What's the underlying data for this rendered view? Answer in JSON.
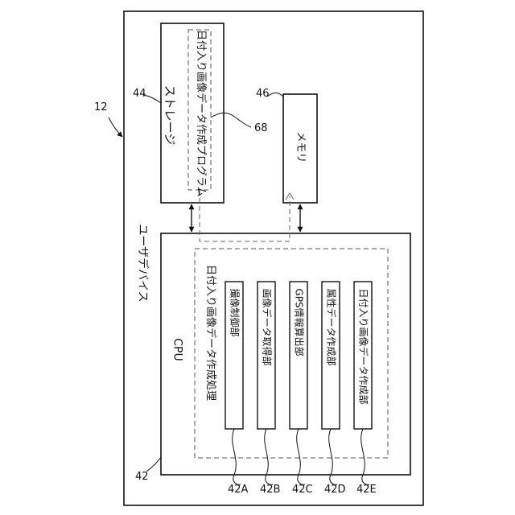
{
  "device": {
    "label": "ユーザデバイス",
    "ref": "12"
  },
  "storage": {
    "label": "ストレージ",
    "ref": "44"
  },
  "program": {
    "label": "日付入り画像データ作成プログラム",
    "ref": "68"
  },
  "memory": {
    "label": "メモリ",
    "ref": "46"
  },
  "cpu": {
    "label": "CPU",
    "ref": "42"
  },
  "process": {
    "label": "日付入り画像データ作成処理"
  },
  "units": [
    {
      "label": "撮像制御部",
      "ref": "42A"
    },
    {
      "label": "画像データ取得部",
      "ref": "42B"
    },
    {
      "label": "GPS情報算出部",
      "ref": "42C"
    },
    {
      "label": "属性データ作成部",
      "ref": "42D"
    },
    {
      "label": "日付入り画像データ作成部",
      "ref": "42E"
    }
  ]
}
